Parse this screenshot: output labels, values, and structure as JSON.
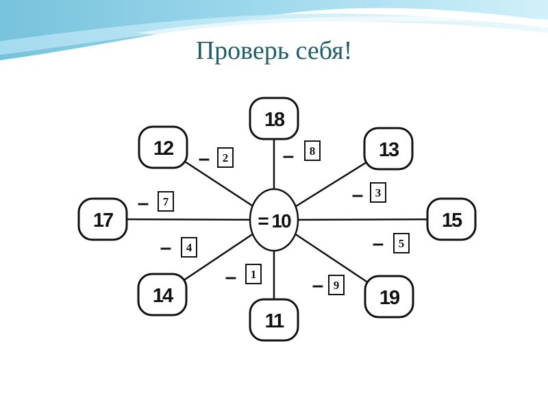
{
  "slide": {
    "title": "Проверь себя!",
    "title_color": "#1f5d6b",
    "wave_colors": [
      "#7ec8e3",
      "#b9e4f2",
      "#e6f6fb"
    ]
  },
  "diagram": {
    "center_label": "= 10",
    "minus_sign": "–",
    "spokes": [
      {
        "number": "18",
        "answer": "8"
      },
      {
        "number": "12",
        "answer": "2"
      },
      {
        "number": "13",
        "answer": "3"
      },
      {
        "number": "17",
        "answer": "7"
      },
      {
        "number": "15",
        "answer": "5"
      },
      {
        "number": "14",
        "answer": "4"
      },
      {
        "number": "11",
        "answer": "1"
      },
      {
        "number": "19",
        "answer": "9"
      }
    ]
  }
}
